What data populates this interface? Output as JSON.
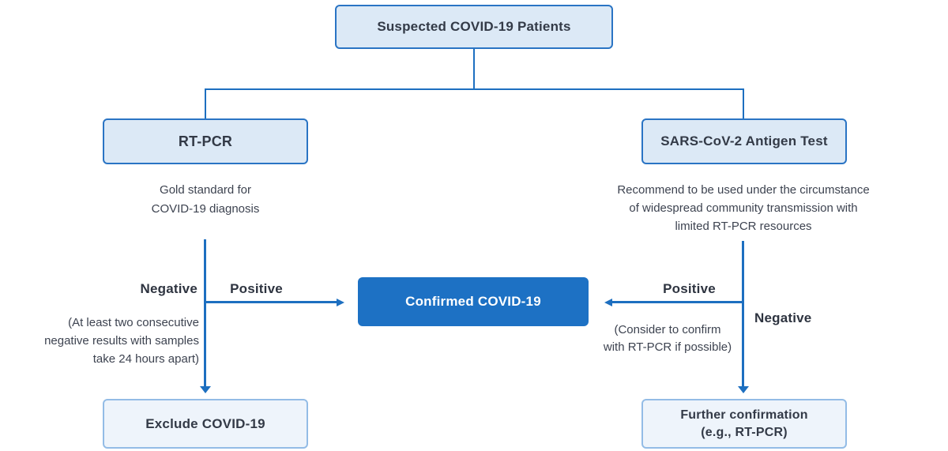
{
  "flowchart": {
    "root_box": {
      "label": "Suspected COVID-19 Patients"
    },
    "center_box": {
      "label": "Confirmed COVID-19"
    },
    "left_branch": {
      "test_box": {
        "label": "RT-PCR"
      },
      "caption_lines": [
        "Gold standard for",
        "COVID-19 diagnosis"
      ],
      "negative_label": "Negative",
      "negative_note_lines": [
        "(At least two consecutive",
        "negative results with samples",
        "take 24 hours apart)"
      ],
      "positive_label": "Positive",
      "outcome_box": {
        "label": "Exclude COVID-19"
      }
    },
    "right_branch": {
      "test_box": {
        "label": "SARS-CoV-2 Antigen Test"
      },
      "caption_lines": [
        "Recommend to be used under the circumstance",
        "of widespread community transmission with",
        "limited RT-PCR resources"
      ],
      "positive_label": "Positive",
      "positive_note_lines": [
        "(Consider to confirm",
        "with RT-PCR if possible)"
      ],
      "negative_label": "Negative",
      "outcome_box_lines": [
        "Further confirmation",
        "(e.g., RT-PCR)"
      ]
    },
    "colors": {
      "line_blue": "#1d6fc0",
      "primary_box_border": "#2a74c4",
      "primary_box_fill": "#dce9f6",
      "outcome_box_border": "#93bce6",
      "outcome_box_fill": "#eef4fb",
      "confirmed_box_fill": "#1d71c4",
      "confirmed_text": "#ffffff",
      "heading_text": "#333a47",
      "caption_text": "#3d4350"
    }
  }
}
